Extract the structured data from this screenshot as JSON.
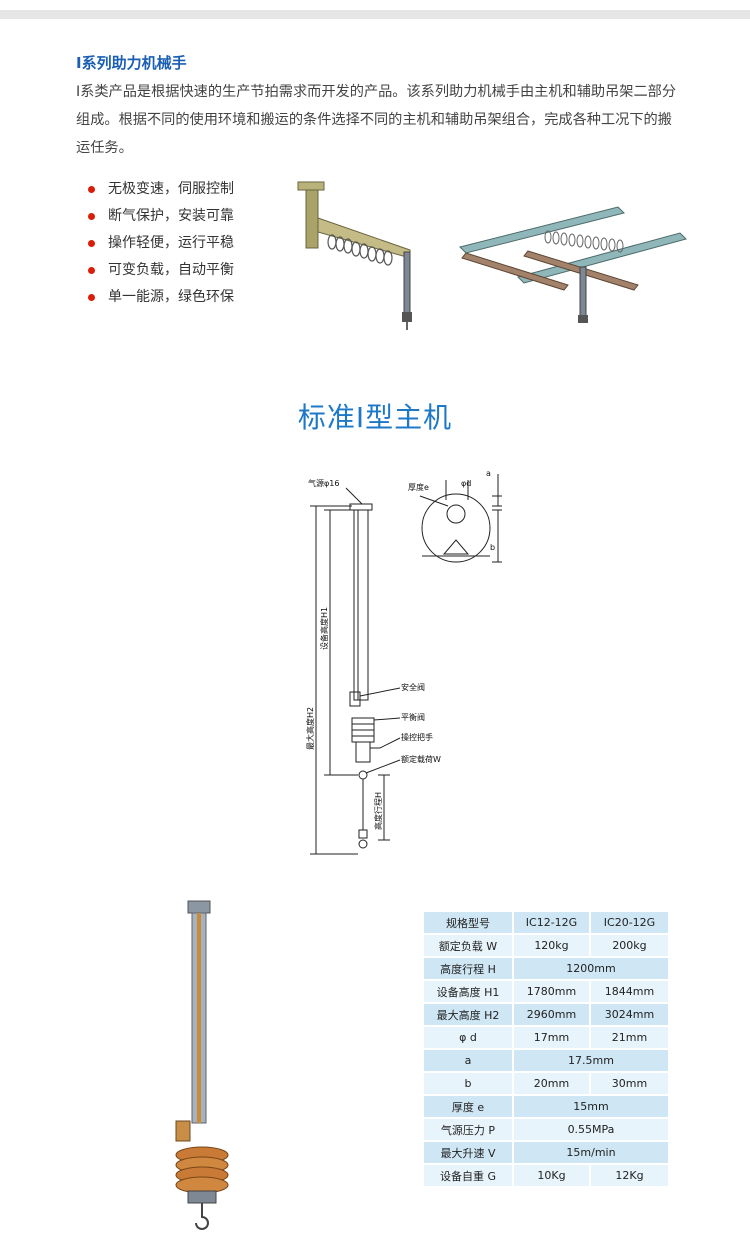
{
  "intro": {
    "title": "I系列助力机械手",
    "paragraph": "I系类产品是根据快速的生产节拍需求而开发的产品。该系列助力机械手由主机和辅助吊架二部分组成。根据不同的使用环境和搬运的条件选择不同的主机和辅助吊架组合，完成各种工况下的搬运任务。",
    "features": [
      "无极变速，伺服控制",
      "断气保护，安装可靠",
      "操作轻便，运行平稳",
      "可变负载，自动平衡",
      "单一能源，绿色环保"
    ]
  },
  "section_title": "标准I型主机",
  "drawing": {
    "label_air": "气源φ16",
    "label_thickness": "厚度e",
    "label_phi": "φd",
    "label_a": "a",
    "label_b": "b",
    "label_h1": "设备高度H1",
    "label_h2": "最大高度H2",
    "label_safety": "安全阀",
    "label_balance": "平衡阀",
    "label_handle": "操控把手",
    "label_load": "额定载荷W",
    "label_stroke": "高度行程H"
  },
  "spec_table": {
    "header": [
      "规格型号",
      "IC12-12G",
      "IC20-12G"
    ],
    "rows": [
      {
        "label": "额定负载 W",
        "values": [
          "120kg",
          "200kg"
        ]
      },
      {
        "label": "高度行程 H",
        "values": [
          "1200mm"
        ]
      },
      {
        "label": "设备高度 H1",
        "values": [
          "1780mm",
          "1844mm"
        ]
      },
      {
        "label": "最大高度 H2",
        "values": [
          "2960mm",
          "3024mm"
        ]
      },
      {
        "label": "φ d",
        "values": [
          "17mm",
          "21mm"
        ]
      },
      {
        "label": "a",
        "values": [
          "17.5mm"
        ]
      },
      {
        "label": "b",
        "values": [
          "20mm",
          "30mm"
        ]
      },
      {
        "label": "厚度 e",
        "values": [
          "15mm"
        ]
      },
      {
        "label": "气源压力 P",
        "values": [
          "0.55MPa"
        ]
      },
      {
        "label": "最大升速 V",
        "values": [
          "15m/min"
        ]
      },
      {
        "label": "设备自重 G",
        "values": [
          "10Kg",
          "12Kg"
        ]
      }
    ]
  },
  "colors": {
    "title_blue": "#1e78c8",
    "heading_blue": "#1a5fb4",
    "bullet_red": "#d81e06",
    "table_dark": "#cfe6f4",
    "table_light": "#e8f4fb"
  }
}
